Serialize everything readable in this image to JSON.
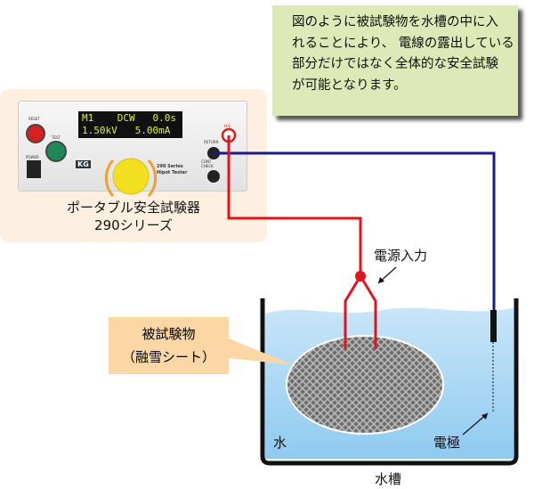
{
  "note": {
    "lines": [
      "図のように被試験物を水槽の中に入",
      "れることにより、 電線の露出している",
      "部分だけではなく全体的な安全試験",
      "が可能となります。"
    ]
  },
  "device": {
    "display_line1": "M1    DCW   0.0s",
    "display_line2": "1.50kV   5.00mA",
    "reset": "RESET",
    "test": "TEST",
    "power": "POWER",
    "return": "RETURN",
    "hv": "H.V.",
    "cont_check": "CONT CHECK",
    "brand": "KG",
    "series": "290 Series",
    "model": "Hipot Tester",
    "caption_line1": "ポータブル安全試験器",
    "caption_line2": "290シリーズ"
  },
  "labels": {
    "power_input": "電源入力",
    "dut_line1": "被試験物",
    "dut_line2": "（融雪シート）",
    "water": "水",
    "electrode": "電極",
    "tank": "水槽"
  },
  "colors": {
    "red_wire": "#e0141c",
    "blue_wire": "#1a1a8c",
    "note_bg": "#dde9b6",
    "callout_bg": "#fbd7a6"
  }
}
